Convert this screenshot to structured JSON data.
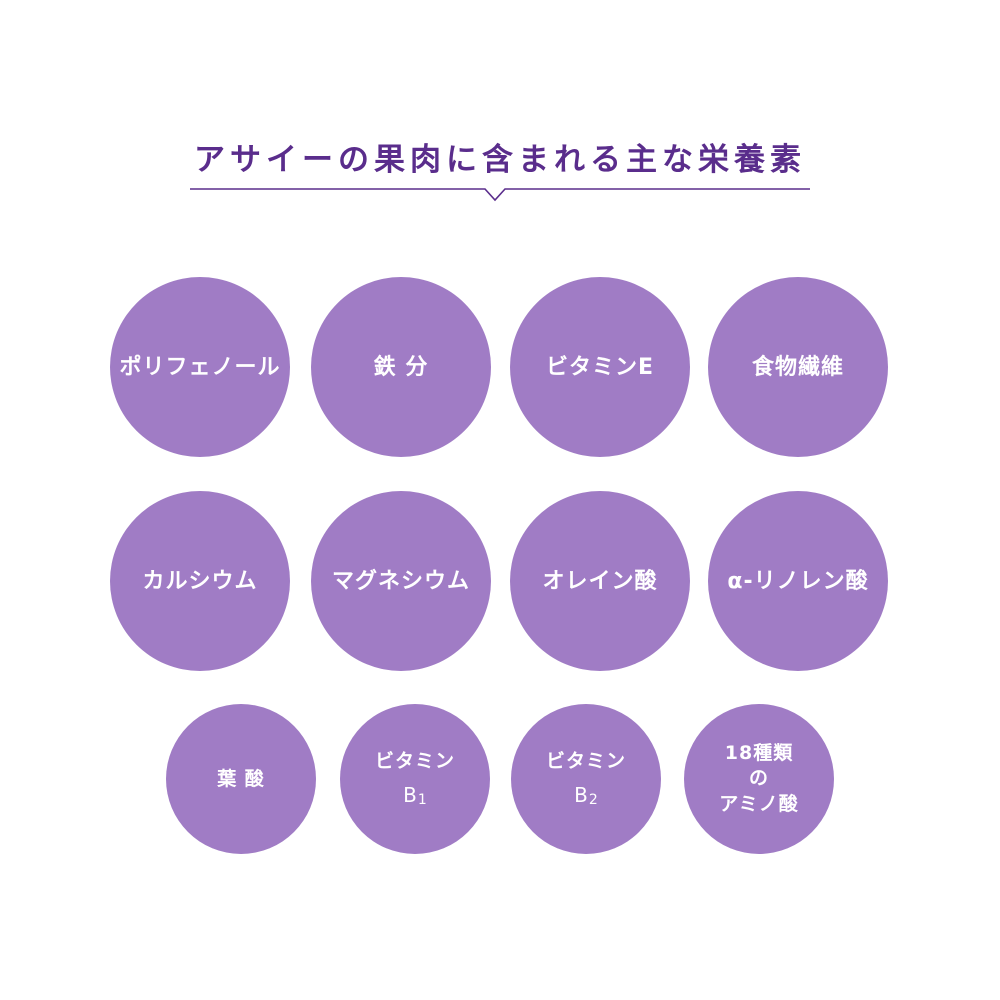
{
  "title": "アサイーの果肉に含まれる主な栄養素",
  "colors": {
    "title": "#5a2d8c",
    "circle": "#a07cc5",
    "divider": "#5a2d8c"
  },
  "row1": [
    "ポリフェノール",
    "鉄 分",
    "ビタミンE",
    "食物繊維"
  ],
  "row2": [
    "カルシウム",
    "マグネシウム",
    "オレイン酸",
    "α-リノレン酸"
  ],
  "row3": {
    "folate": "葉 酸",
    "vitamin_b1": {
      "line1": "ビタミン",
      "letter": "B",
      "sub": "1"
    },
    "vitamin_b2": {
      "line1": "ビタミン",
      "letter": "B",
      "sub": "2"
    },
    "amino": {
      "line1": "18種類",
      "line2": "の",
      "line3": "アミノ酸"
    }
  }
}
